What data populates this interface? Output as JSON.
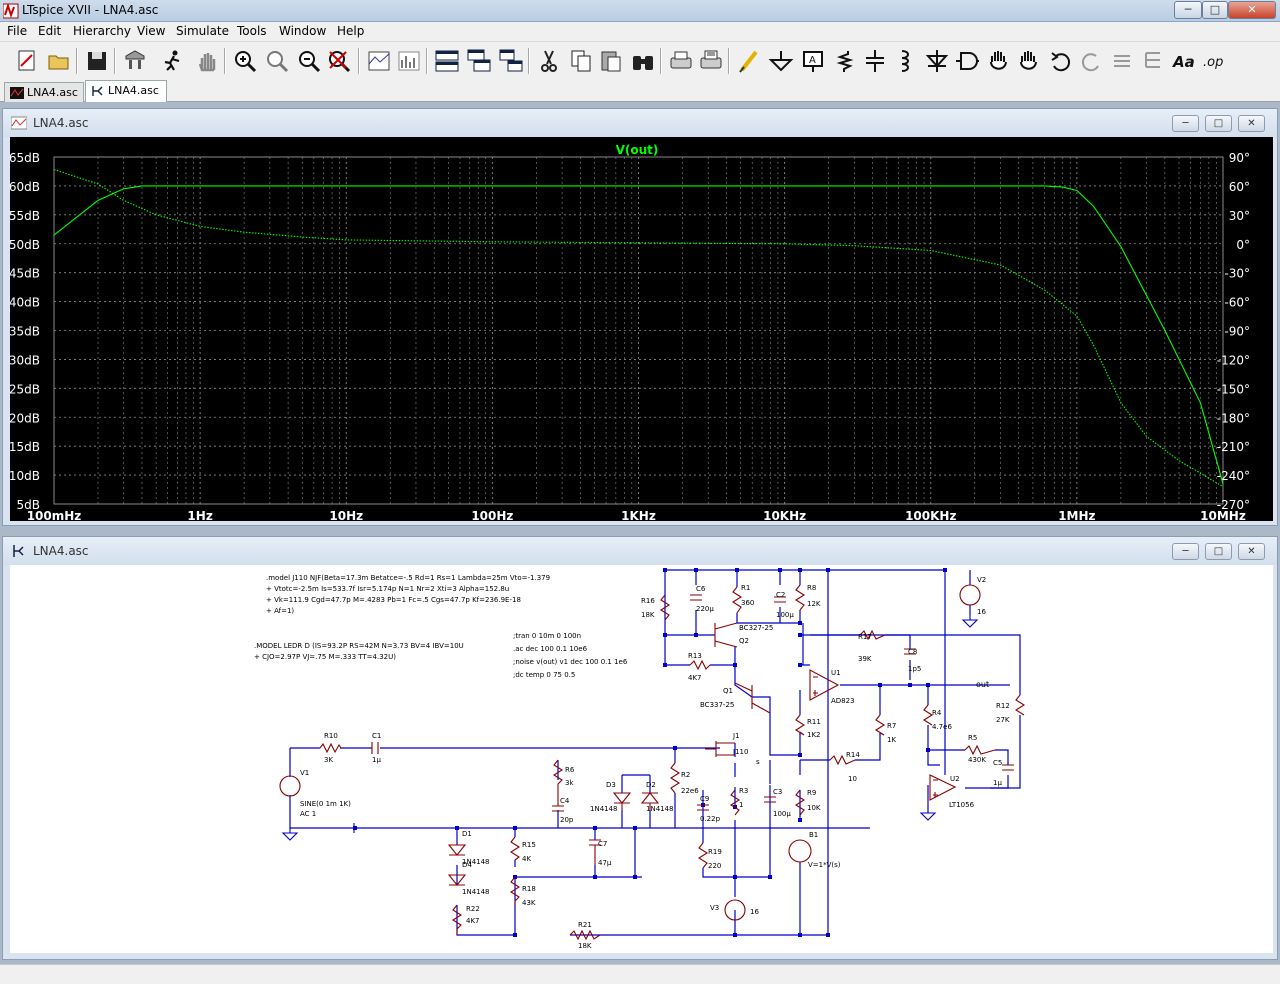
{
  "window": {
    "title": "LTspice XVII - LNA4.asc",
    "minimize": "─",
    "maximize": "□",
    "close": "✕"
  },
  "menu": [
    "File",
    "Edit",
    "Hierarchy",
    "View",
    "Simulate",
    "Tools",
    "Window",
    "Help"
  ],
  "toolbar": [
    {
      "name": "new-schematic-icon"
    },
    {
      "name": "open-icon"
    },
    {
      "name": "save-icon"
    },
    {
      "name": "control-panel-icon"
    },
    {
      "name": "run-icon"
    },
    {
      "name": "halt-icon"
    },
    {
      "name": "zoom-in-icon"
    },
    {
      "name": "pan-icon"
    },
    {
      "name": "zoom-out-icon"
    },
    {
      "name": "zoom-fit-icon"
    },
    {
      "name": "autorange-icon"
    },
    {
      "name": "fft-icon"
    },
    {
      "name": "tile-horizontal-icon"
    },
    {
      "name": "cascade-icon"
    },
    {
      "name": "tile-vertical-icon"
    },
    {
      "name": "cut-icon"
    },
    {
      "name": "copy-icon"
    },
    {
      "name": "paste-icon"
    },
    {
      "name": "find-icon"
    },
    {
      "name": "print-icon"
    },
    {
      "name": "print-preview-icon"
    },
    {
      "name": "draw-wire-icon"
    },
    {
      "name": "ground-icon"
    },
    {
      "name": "label-net-icon"
    },
    {
      "name": "resistor-icon"
    },
    {
      "name": "capacitor-icon"
    },
    {
      "name": "inductor-icon"
    },
    {
      "name": "diode-icon"
    },
    {
      "name": "component-icon"
    },
    {
      "name": "move-icon"
    },
    {
      "name": "drag-icon"
    },
    {
      "name": "undo-icon"
    },
    {
      "name": "redo-icon"
    },
    {
      "name": "rotate-icon"
    },
    {
      "name": "mirror-icon"
    },
    {
      "name": "text-icon"
    },
    {
      "name": "spice-directive-icon"
    }
  ],
  "toolbar_text": {
    "text": "Aa",
    "op": ".op"
  },
  "tabs": [
    {
      "label": "LNA4.asc"
    },
    {
      "label": "LNA4.asc"
    }
  ],
  "plot_window": {
    "title": "LNA4.asc",
    "trace_label": "V(out)",
    "trace_color": "#00ff00"
  },
  "chart_data": {
    "type": "line",
    "title": "V(out)",
    "x_scale": "log",
    "x_ticks": [
      "100mHz",
      "1Hz",
      "10Hz",
      "100Hz",
      "1KHz",
      "10KHz",
      "100KHz",
      "1MHz",
      "10MHz"
    ],
    "y_left_ticks": [
      "65dB",
      "60dB",
      "55dB",
      "50dB",
      "45dB",
      "40dB",
      "35dB",
      "30dB",
      "25dB",
      "20dB",
      "15dB",
      "10dB",
      "5dB"
    ],
    "y_right_ticks": [
      "90°",
      "60°",
      "30°",
      "0°",
      "-30°",
      "-60°",
      "-90°",
      "-120°",
      "-150°",
      "-180°",
      "-210°",
      "-240°",
      "-270°"
    ],
    "ylim_left": [
      5,
      65
    ],
    "ylim_right": [
      -270,
      90
    ],
    "grid": true,
    "series": [
      {
        "name": "V(out)",
        "quantity": "magnitude",
        "style": "solid",
        "x": [
          0.1,
          0.15,
          0.2,
          0.3,
          0.4,
          0.6,
          1,
          10,
          100,
          1000,
          10000,
          100000,
          600000,
          800000,
          1000000,
          1300000,
          2000000,
          4000000,
          7000000,
          10000000
        ],
        "y": [
          51.5,
          55,
          57.5,
          59.5,
          60,
          60,
          60,
          60,
          60,
          60,
          60,
          60,
          60,
          59.8,
          59.2,
          56.5,
          49.5,
          35,
          22.5,
          8.5
        ]
      },
      {
        "name": "V(out)",
        "quantity": "phase",
        "style": "dotted",
        "x": [
          0.1,
          0.2,
          0.3,
          0.5,
          1,
          2,
          5,
          10,
          100,
          1000,
          10000,
          30000,
          100000,
          300000,
          600000,
          1000000,
          1300000,
          2000000,
          3000000,
          5000000,
          7000000,
          10000000
        ],
        "y": [
          77,
          62,
          45,
          30,
          18,
          12,
          7,
          4,
          2,
          1,
          0,
          -2,
          -7,
          -22,
          -48,
          -75,
          -105,
          -165,
          -200,
          -225,
          -238,
          -252
        ]
      }
    ]
  },
  "schematic_window": {
    "title": "LNA4.asc"
  },
  "schematic": {
    "directives": [
      ".model J110 NJF(Beta=17.3m Betatce=-.5 Rd=1 Rs=1 Lambda=25m Vto=-1.379",
      "+ Vtotc=-2.5m Is=533.7f Isr=5.174p N=1 Nr=2 Xti=3 Alpha=152.8u",
      "+ Vk=111.9 Cgd=47.7p M=.4283 Pb=1 Fc=.5 Cgs=47.7p Kf=236.9E-18",
      "+ Af=1)",
      ".MODEL LEDR D (IS=93.2P RS=42M N=3.73 BV=4 IBV=10U",
      "+ CJO=2.97P VJ=.75 M=.333 TT=4.32U)",
      ";tran 0 10m 0 100n",
      ".ac dec 100 0.1 10e6",
      ";noise v(out) v1 dec 100 0.1 1e6",
      ";dc temp 0 75 0.5"
    ],
    "labels": [
      {
        "id": "R10",
        "v": "3K"
      },
      {
        "id": "C1",
        "v": "1µ"
      },
      {
        "id": "V1",
        "v": "SINE(0 1m 1K)",
        "v2": "AC 1"
      },
      {
        "id": "R6",
        "v": "3k"
      },
      {
        "id": "C4",
        "v": "20p"
      },
      {
        "id": "R2",
        "v": "22e6"
      },
      {
        "id": "D3",
        "v": "1N4148"
      },
      {
        "id": "D2",
        "v": "1N4148"
      },
      {
        "id": "C7",
        "v": "47µ"
      },
      {
        "id": "R15",
        "v": "4K"
      },
      {
        "id": "R18",
        "v": "43K"
      },
      {
        "id": "D1",
        "v": "1N4148"
      },
      {
        "id": "D4",
        "v": "1N4148"
      },
      {
        "id": "R22",
        "v": "4K7"
      },
      {
        "id": "R21",
        "v": "18K"
      },
      {
        "id": "C9",
        "v": "0.22p"
      },
      {
        "id": "R19",
        "v": "220"
      },
      {
        "id": "V3",
        "v": "16"
      },
      {
        "id": "R3",
        "v": "1"
      },
      {
        "id": "C3",
        "v": "100µ"
      },
      {
        "id": "R9",
        "v": "10K"
      },
      {
        "id": "B1",
        "v": "V=1*V(s)"
      },
      {
        "id": "J1",
        "v": "J110"
      },
      {
        "id": "Q1",
        "v": "BC337-25"
      },
      {
        "id": "Q2",
        "v": "BC327-25"
      },
      {
        "id": "R13",
        "v": "4K7"
      },
      {
        "id": "R16",
        "v": "18K"
      },
      {
        "id": "C6",
        "v": "220µ"
      },
      {
        "id": "R1",
        "v": "360"
      },
      {
        "id": "C2",
        "v": "100µ"
      },
      {
        "id": "R8",
        "v": "12K"
      },
      {
        "id": "U1",
        "v": "AD823"
      },
      {
        "id": "R11",
        "v": "1K2"
      },
      {
        "id": "R14",
        "v": "10"
      },
      {
        "id": "R7",
        "v": "1K"
      },
      {
        "id": "R17",
        "v": "39K"
      },
      {
        "id": "C8",
        "v": "1p5"
      },
      {
        "id": "R4",
        "v": "4.7e6"
      },
      {
        "id": "R5",
        "v": "430K"
      },
      {
        "id": "C5",
        "v": "1µ"
      },
      {
        "id": "U2",
        "v": "LT1056"
      },
      {
        "id": "R12",
        "v": "27K"
      },
      {
        "id": "V2",
        "v": "16"
      }
    ],
    "nets": {
      "out": "out",
      "s": "s"
    }
  }
}
